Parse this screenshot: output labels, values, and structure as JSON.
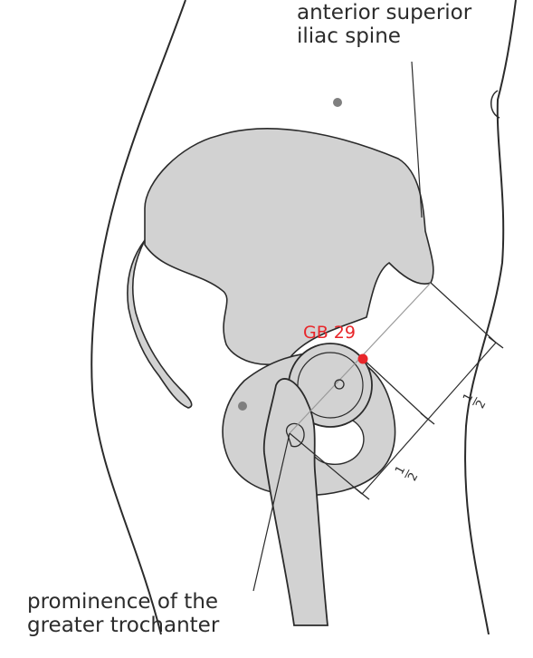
{
  "labels": {
    "asis_line1": "anterior superior",
    "asis_line2": "iliac spine",
    "troch_line1": "prominence of the",
    "troch_line2": "greater trochanter"
  },
  "point": {
    "name": "GB 29",
    "color": "#e8262a"
  },
  "fraction": {
    "numerator": "1",
    "denominator": "2"
  },
  "colors": {
    "bone_fill": "#d2d2d2",
    "outline": "#2b2b2b",
    "marker": "#7f7f7f"
  }
}
